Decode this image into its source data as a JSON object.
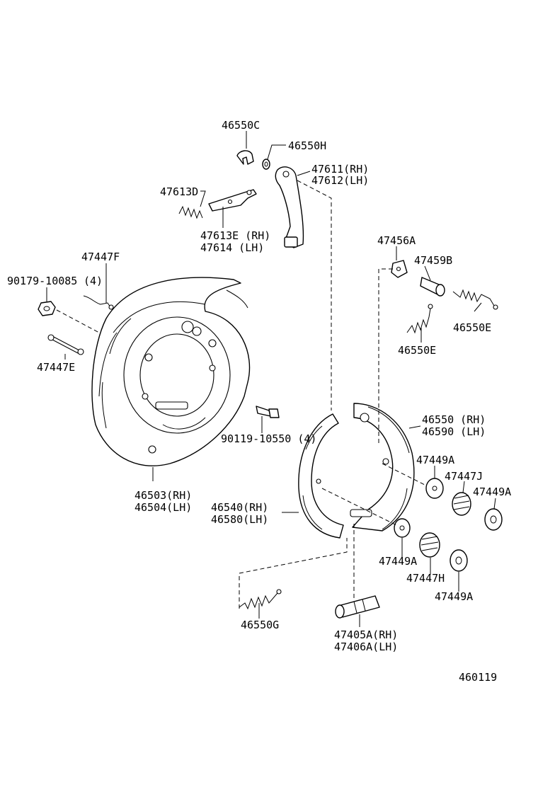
{
  "labels": {
    "p46550C": "46550C",
    "p46550H": "46550H",
    "p47611": "47611(RH)",
    "p47612": "47612(LH)",
    "p47613D": "47613D",
    "p47613E": "47613E (RH)",
    "p47614": "47614  (LH)",
    "p47447F": "47447F",
    "p90179": "90179-10085",
    "p90179qty": "(4)",
    "p47447E": "47447E",
    "p47456A": "47456A",
    "p47459B": "47459B",
    "p46550E_a": "46550E",
    "p46550E_b": "46550E",
    "p46550": "46550 (RH)",
    "p46590": "46590 (LH)",
    "p90119": "90119-10550 (4)",
    "p47449A_1": "47449A",
    "p47447J": "47447J",
    "p47449A_2": "47449A",
    "p46503": "46503(RH)",
    "p46504": "46504(LH)",
    "p46540": "46540(RH)",
    "p46580": "46580(LH)",
    "p47449A_3": "47449A",
    "p47447H": "47447H",
    "p47449A_4": "47449A",
    "p46550G": "46550G",
    "p47405A": "47405A(RH)",
    "p47406A": "47406A(LH)",
    "diagram_id": "460119"
  }
}
